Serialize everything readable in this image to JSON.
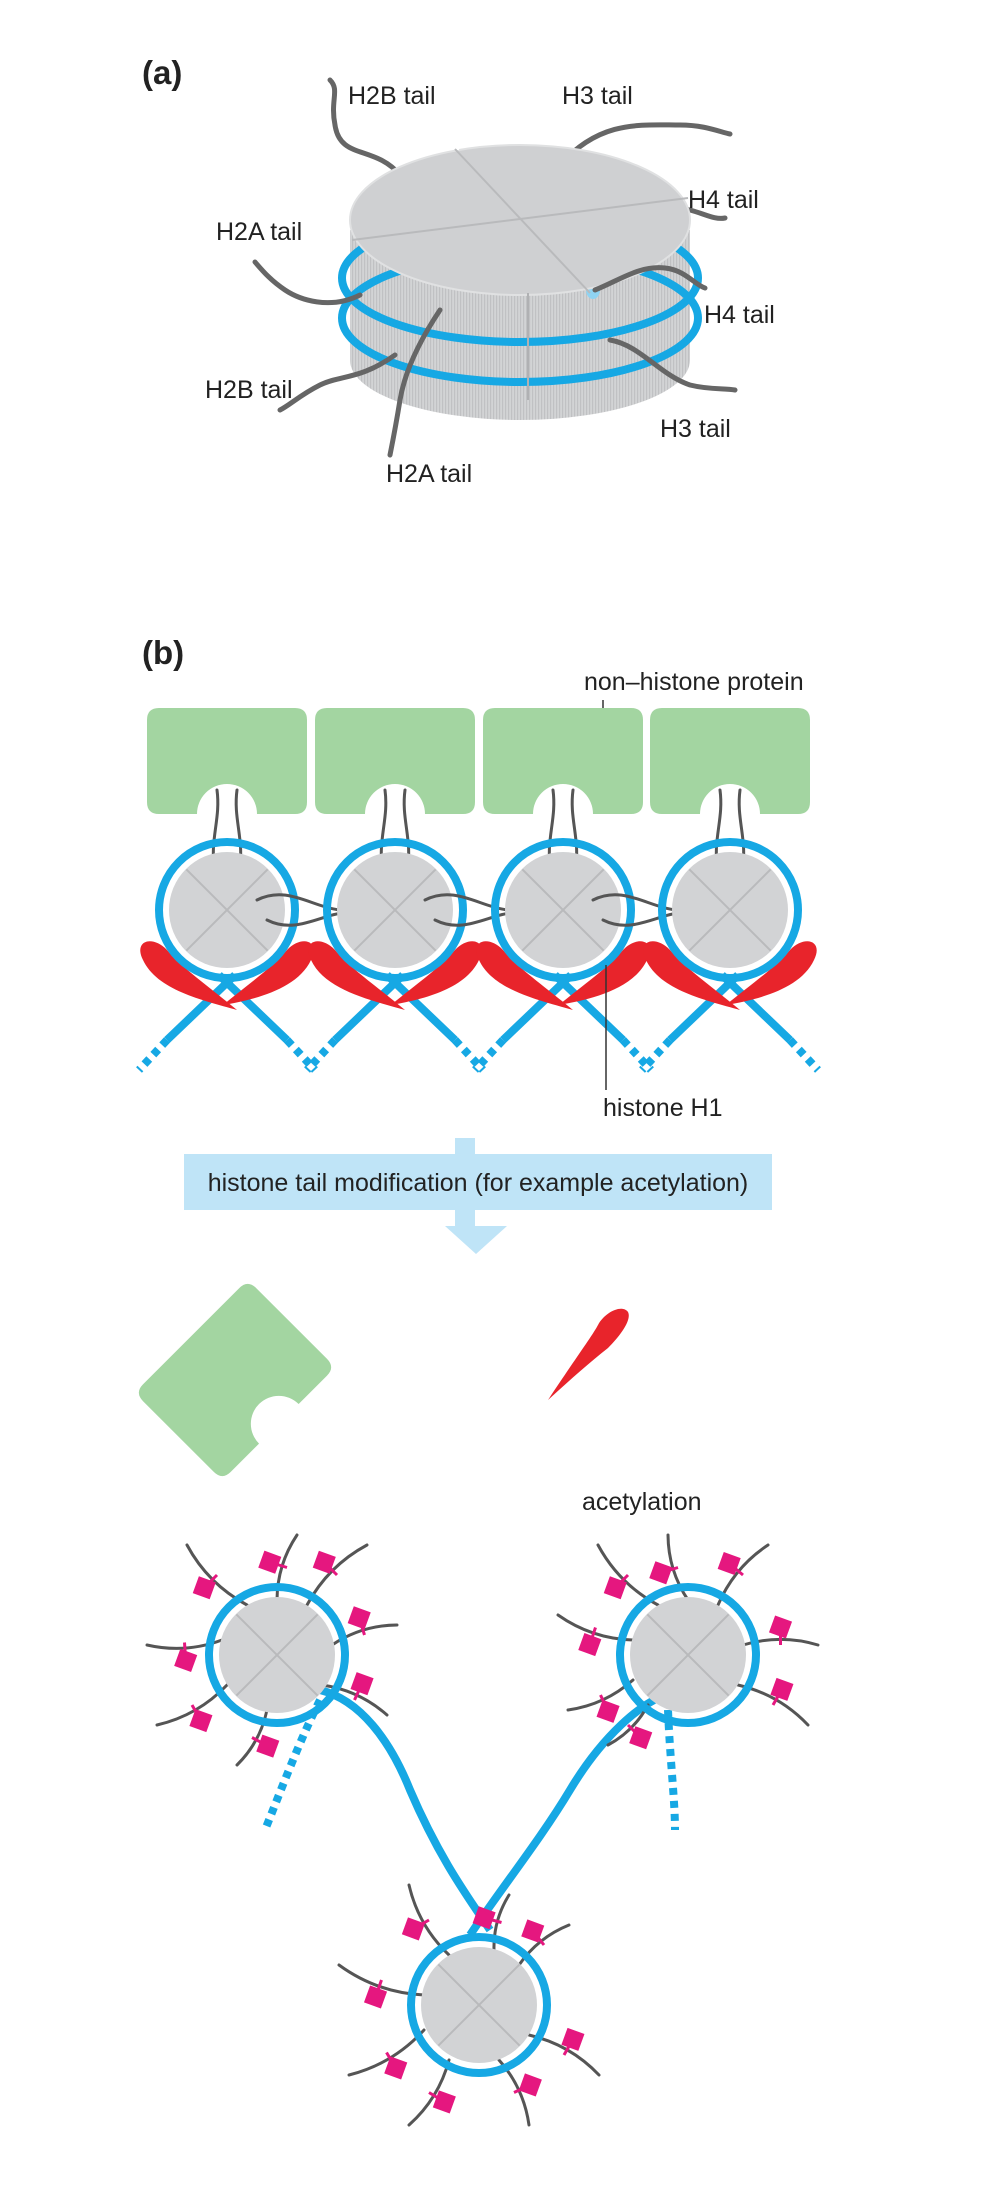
{
  "panel_a": {
    "label": "(a)",
    "tails": {
      "h2b_top": "H2B tail",
      "h3_top": "H3 tail",
      "h4_upper": "H4 tail",
      "h2a_left": "H2A tail",
      "h4_lower": "H4 tail",
      "h2b_lower": "H2B tail",
      "h3_lower": "H3 tail",
      "h2a_bottom": "H2A tail"
    }
  },
  "panel_b": {
    "label": "(b)",
    "non_histone_protein": "non–histone protein",
    "histone_h1": "histone H1",
    "arrow_text": "histone tail modification (for example acetylation)",
    "acetylation": "acetylation"
  },
  "colors": {
    "dna": "#16a8e4",
    "histone_core": "#d2d3d5",
    "non_histone_protein": "#a3d5a1",
    "histone_h1": "#e8242b",
    "acetyl_group": "#e5177f",
    "arrow": "#bfe4f7"
  }
}
